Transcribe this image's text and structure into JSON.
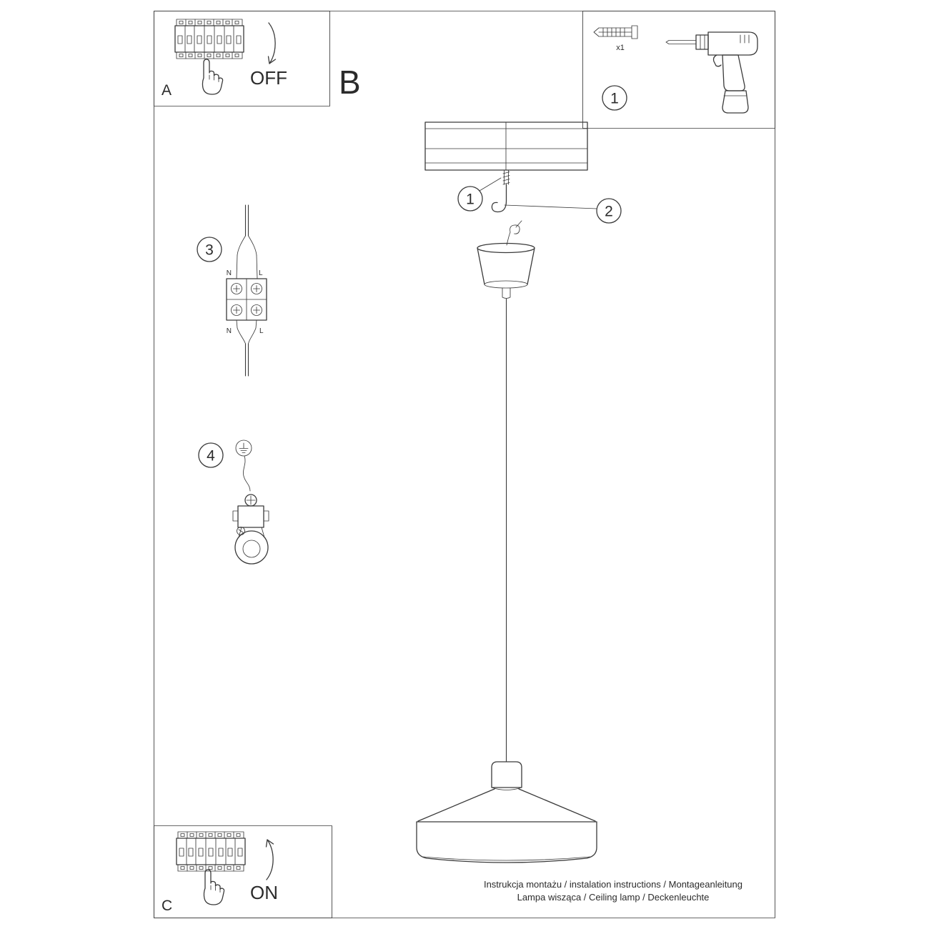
{
  "meta": {
    "sheet_type": "installation-instructions",
    "ink_color": "#3a3a3a",
    "paper_color": "#ffffff"
  },
  "panel_a": {
    "label": "A",
    "switch_state": "OFF"
  },
  "section_b": {
    "label": "B"
  },
  "panel_c": {
    "label": "C",
    "switch_state": "ON"
  },
  "tools_panel": {
    "step_number": "1",
    "anchor_quantity": "x1"
  },
  "callouts": {
    "screw": "1",
    "hook": "2",
    "wiring": "3",
    "ground": "4"
  },
  "wiring_labels": {
    "neutral_top": "N",
    "live_top": "L",
    "neutral_bottom": "N",
    "live_bottom": "L"
  },
  "footer": {
    "line1": "Instrukcja montażu / instalation instructions / Montageanleitung",
    "line2": "Lampa wisząca / Ceiling lamp / Deckenleuchte"
  }
}
